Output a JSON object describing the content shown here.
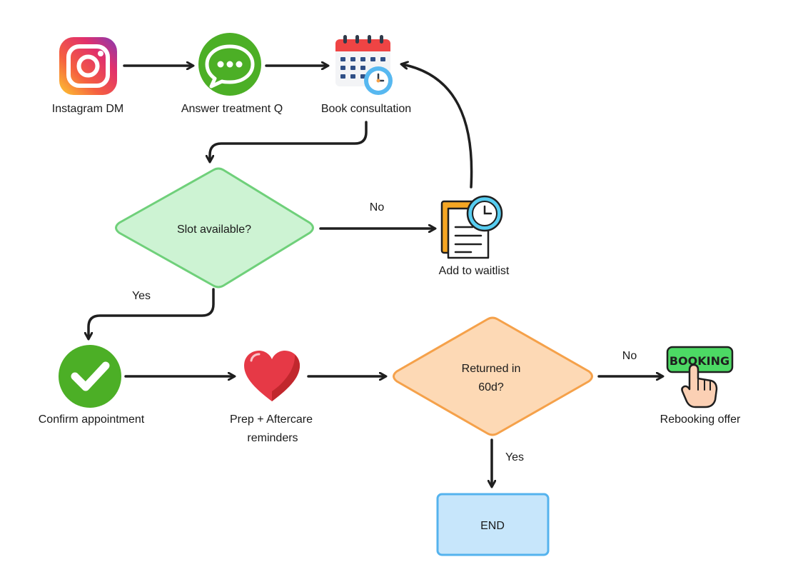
{
  "nodes": {
    "instagram": {
      "label": "Instagram DM",
      "icon": "instagram-icon"
    },
    "answer": {
      "label": "Answer treatment Q",
      "icon": "chat-bubble-icon"
    },
    "book": {
      "label": "Book consultation",
      "icon": "calendar-clock-icon"
    },
    "slot": {
      "label": "Slot available?"
    },
    "waitlist": {
      "label": "Add to waitlist",
      "icon": "document-clock-icon"
    },
    "confirm": {
      "label": "Confirm appointment",
      "icon": "checkmark-icon"
    },
    "prep": {
      "label_line1": "Prep + Aftercare",
      "label_line2": "reminders",
      "icon": "heart-icon"
    },
    "returned": {
      "label_line1": "Returned in",
      "label_line2": "60d?"
    },
    "rebooking": {
      "label": "Rebooking offer",
      "icon": "booking-hand-icon",
      "badge_text": "BOOKING"
    },
    "end": {
      "label": "END"
    }
  },
  "edges": {
    "slot_no": "No",
    "slot_yes": "Yes",
    "returned_no": "No",
    "returned_yes": "Yes"
  },
  "colors": {
    "arrow": "#1f1f1f",
    "slot_fill": "#cdf3d3",
    "slot_stroke": "#6fd07a",
    "returned_fill": "#fdd9b5",
    "returned_stroke": "#f5a14a",
    "end_fill": "#c7e6fb",
    "end_stroke": "#55b3ee",
    "green": "#4caf26",
    "heart": "#e63946"
  }
}
